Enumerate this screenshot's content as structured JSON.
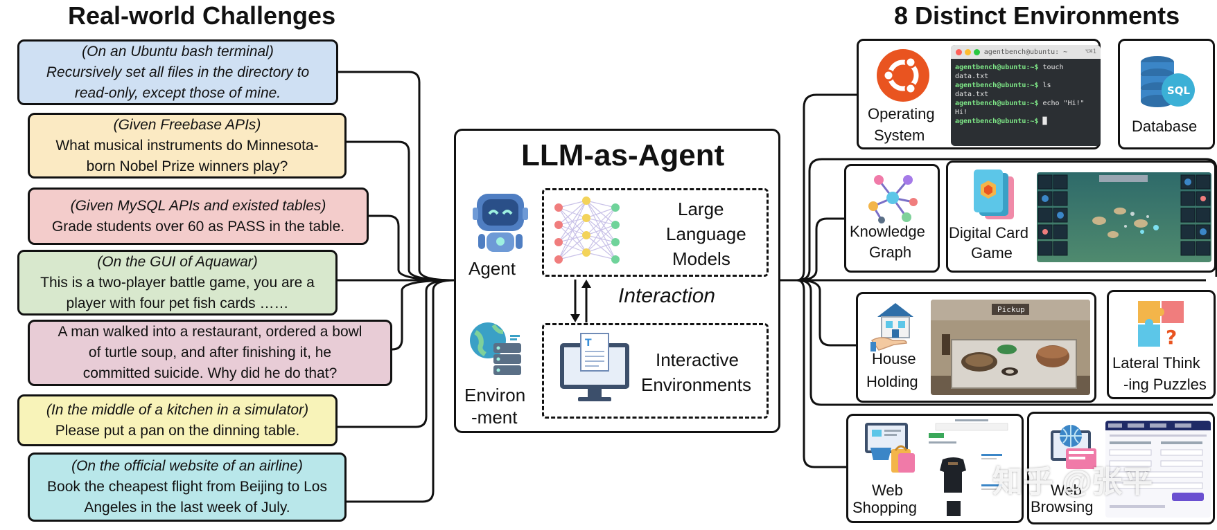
{
  "left_heading": "Real-world Challenges",
  "right_heading": "8 Distinct Environments",
  "center": {
    "title": "LLM-as-Agent",
    "agent_label": "Agent",
    "env_label_1": "Environ",
    "env_label_2": "-ment",
    "llm_lines": [
      "Large",
      "Language",
      "Models"
    ],
    "interaction": "Interaction",
    "ienv_lines": [
      "Interactive",
      "Environments"
    ]
  },
  "tasks": [
    {
      "lines": [
        "(On an Ubuntu bash terminal)",
        "Recursively set all files in the directory to",
        "read-only, except those of mine."
      ],
      "color": "#cfe0f3"
    },
    {
      "lines": [
        "(Given Freebase APIs)",
        "What musical instruments do Minnesota-",
        "born Nobel Prize winners play?"
      ],
      "color": "#fbeac3"
    },
    {
      "lines": [
        "(Given MySQL APIs and existed tables)",
        "Grade students over 60 as PASS in the table."
      ],
      "color": "#f3cccb"
    },
    {
      "lines": [
        "(On the GUI of Aquawar)",
        "This is a two-player battle game, you are a",
        "player with four pet fish cards ……"
      ],
      "color": "#d8e8cd"
    },
    {
      "lines": [
        "A man walked into a restaurant, ordered a bowl",
        "of turtle soup, and after finishing it, he",
        "committed suicide. Why did he do that?"
      ],
      "color": "#e8ccd6"
    },
    {
      "lines": [
        "(In the middle of a kitchen in a simulator)",
        "Please put a pan on the dinning table."
      ],
      "color": "#f8f3b9"
    },
    {
      "lines": [
        "(On the official website of an airline)",
        "Book the cheapest flight from Beijing to Los",
        "Angeles in the last week of July."
      ],
      "color": "#b9e7ea"
    }
  ],
  "environments": {
    "os": [
      "Operating",
      "System"
    ],
    "db": "Database",
    "kg": [
      "Knowledge",
      "Graph"
    ],
    "card": [
      "Digital Card",
      "Game"
    ],
    "house": [
      "House",
      "Holding"
    ],
    "puzzle": [
      "Lateral Think",
      "-ing Puzzles"
    ],
    "shop": [
      "Web",
      "Shopping"
    ],
    "browse": [
      "Web",
      "Browsing"
    ]
  },
  "terminal": {
    "title": "agentbench@ubuntu: ~",
    "shortcut": "⌥⌘1",
    "lines": [
      {
        "prompt": "agentbench@ubuntu:~$",
        "cmd": " touch data.txt"
      },
      {
        "prompt": "agentbench@ubuntu:~$",
        "cmd": " ls"
      },
      {
        "prompt": "",
        "cmd": "data.txt"
      },
      {
        "prompt": "agentbench@ubuntu:~$",
        "cmd": " echo \"Hi!\""
      },
      {
        "prompt": "",
        "cmd": "Hi!"
      },
      {
        "prompt": "agentbench@ubuntu:~$",
        "cmd": " █"
      }
    ]
  },
  "sql_icon_text": "SQL",
  "pickup_text": "Pickup",
  "watermark": "知乎 @张平"
}
